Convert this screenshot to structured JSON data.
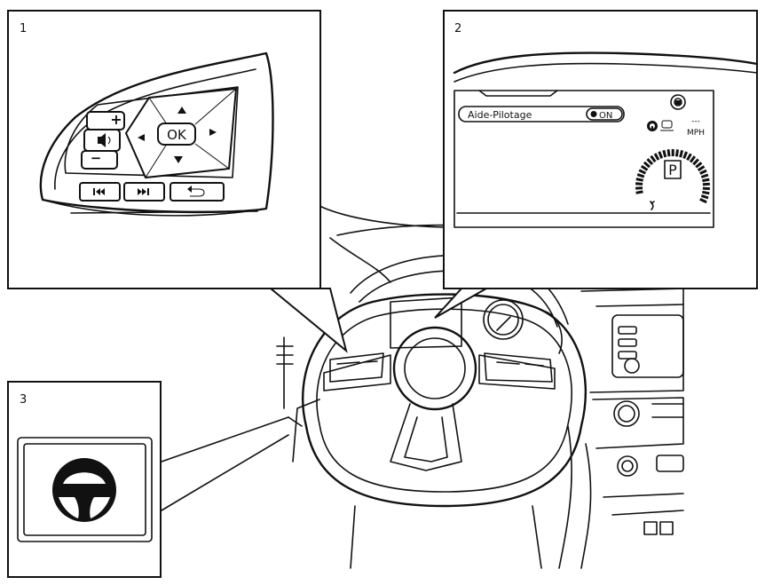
{
  "callouts": {
    "one": "1",
    "two": "2",
    "three": "3"
  },
  "steering_switch": {
    "ok_label": "OK",
    "plus_label": "+",
    "minus_label": "−",
    "mute_icon": "speaker-icon",
    "up_icon": "arrow-up-icon",
    "down_icon": "arrow-down-icon",
    "left_icon": "arrow-left-icon",
    "right_icon": "arrow-right-icon",
    "prev_icon": "previous-track-icon",
    "next_icon": "next-track-icon",
    "back_icon": "back-icon"
  },
  "meter_display": {
    "aide_label": "Aide-Pilotage",
    "toggle_state": "ON",
    "speed_dashes": "---",
    "speed_unit": "MPH",
    "gear": "P"
  },
  "indicator": {
    "icon": "steering-wheel-icon"
  },
  "colors": {
    "line": "#111111",
    "background": "#ffffff"
  }
}
